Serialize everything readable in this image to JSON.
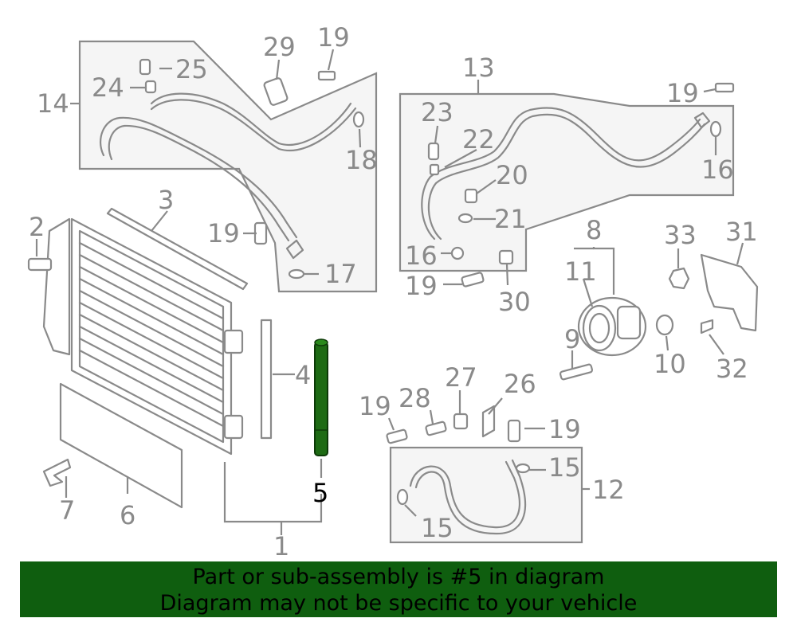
{
  "diagram": {
    "highlight_color": "#1e6b14",
    "line_color": "#8a8a8a",
    "callouts": {
      "c1": "1",
      "c2": "2",
      "c3": "3",
      "c4": "4",
      "c5": "5",
      "c6": "6",
      "c7": "7",
      "c8": "8",
      "c9": "9",
      "c10": "10",
      "c11": "11",
      "c12": "12",
      "c13": "13",
      "c14": "14",
      "c15a": "15",
      "c15b": "15",
      "c16a": "16",
      "c16b": "16",
      "c17": "17",
      "c18": "18",
      "c19a": "19",
      "c19b": "19",
      "c19c": "19",
      "c19d": "19",
      "c19e": "19",
      "c19f": "19",
      "c20": "20",
      "c21": "21",
      "c22": "22",
      "c23": "23",
      "c24": "24",
      "c25": "25",
      "c26": "26",
      "c27": "27",
      "c28": "28",
      "c29": "29",
      "c30": "30",
      "c31": "31",
      "c32": "32",
      "c33": "33"
    }
  },
  "footer": {
    "background": "#0f5e0f",
    "line1": "Part or sub-assembly is #5 in diagram",
    "line2": "Diagram may not be specific to your vehicle"
  }
}
